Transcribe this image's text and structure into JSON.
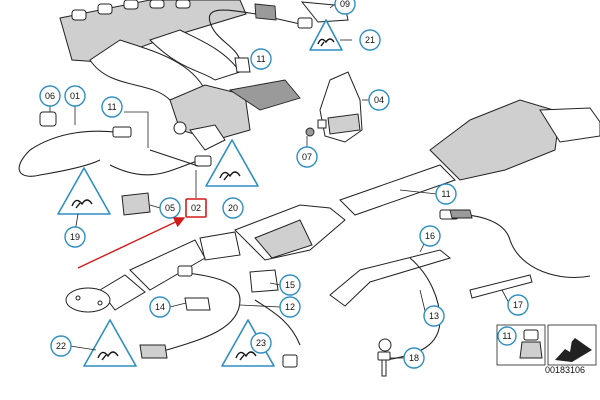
{
  "callouts": {
    "c09": "09",
    "c21": "21",
    "c11_top": "11",
    "c06": "06",
    "c01": "01",
    "c11_mid": "11",
    "c04": "04",
    "c07": "07",
    "c05": "05",
    "c02": "02",
    "c20": "20",
    "c19": "19",
    "c11_right": "11",
    "c16": "16",
    "c14": "14",
    "c15": "15",
    "c12": "12",
    "c13": "13",
    "c17": "17",
    "c22": "22",
    "c23": "23",
    "c18": "18",
    "c11_legend": "11"
  },
  "reference_number": "00183106",
  "colors": {
    "callout_ring": "#2f8ec2",
    "highlight": "#d11b1b"
  },
  "highlighted_part": "02"
}
